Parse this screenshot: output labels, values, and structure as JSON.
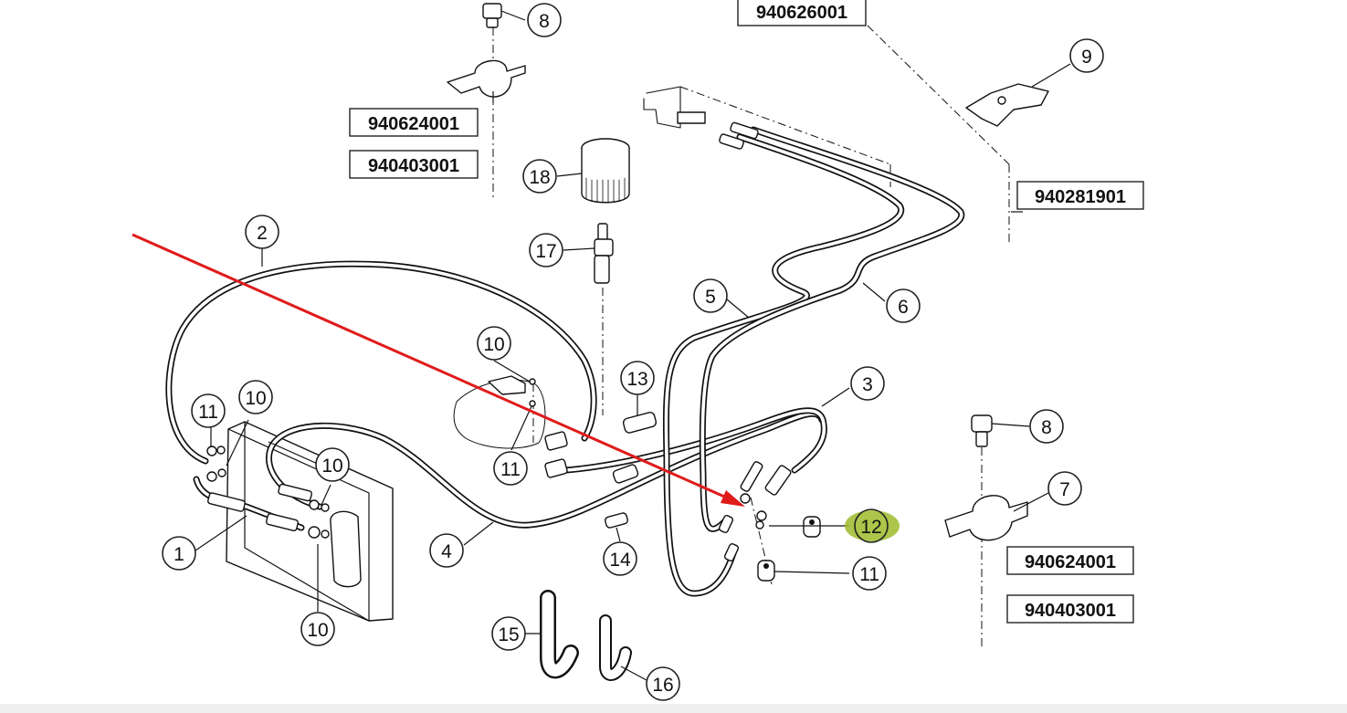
{
  "reference_numbers": {
    "top_right": "940626001",
    "upper_left_1": "940624001",
    "upper_left_2": "940403001",
    "right_middle": "940281901",
    "lower_right_1": "940624001",
    "lower_right_2": "940403001"
  },
  "callouts": {
    "c1": "1",
    "c2": "2",
    "c3": "3",
    "c4": "4",
    "c5": "5",
    "c6": "6",
    "c7": "7",
    "c8_top": "8",
    "c8_right": "8",
    "c9": "9",
    "c10_center": "10",
    "c10_left": "10",
    "c10_mid": "10",
    "c10_bottom": "10",
    "c11_left": "11",
    "c11_center": "11",
    "c11_right": "11",
    "c12": "12",
    "c13": "13",
    "c14": "14",
    "c15": "15",
    "c16": "16",
    "c17": "17",
    "c18": "18"
  },
  "highlight": {
    "callout": "12",
    "color": "#9dbb2a"
  },
  "arrow": {
    "color": "#e01b1b",
    "target_callout": "12"
  }
}
